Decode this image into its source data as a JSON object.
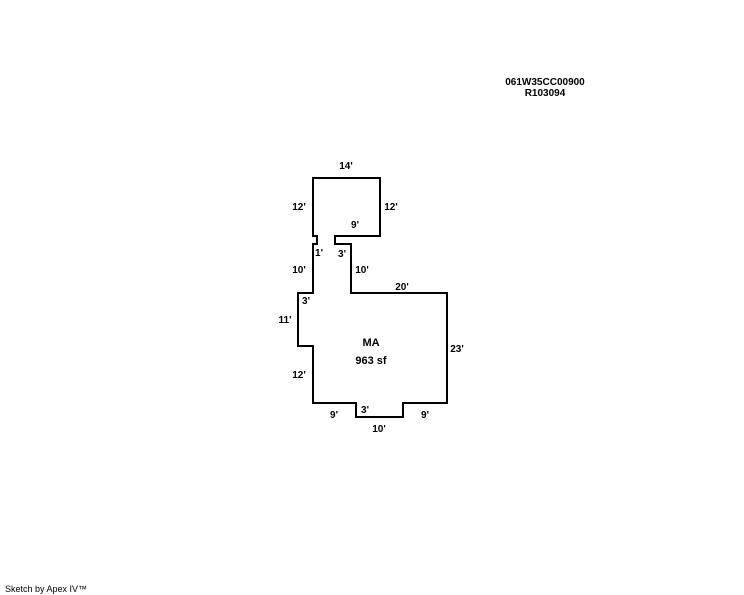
{
  "parcel": {
    "id": "061W35CC00900",
    "ref": "R103094"
  },
  "footer": "Sketch by Apex IV™",
  "area": {
    "code": "MA",
    "size": "963 sf"
  },
  "dimensions": {
    "upper_top": "14'",
    "upper_left": "12'",
    "upper_right": "12'",
    "upper_bottom": "9'",
    "notch_left": "1'",
    "notch_right": "3'",
    "stem_left": "10'",
    "stem_right": "10'",
    "main_top": "20'",
    "main_right": "23'",
    "step_left": "3'",
    "left_mid": "11'",
    "left_low": "12'",
    "bottom_left": "9'",
    "bottom_notch": "3'",
    "bottom_center": "10'",
    "bottom_right": "9'"
  },
  "colors": {
    "line": "#000000",
    "background": "#ffffff"
  }
}
